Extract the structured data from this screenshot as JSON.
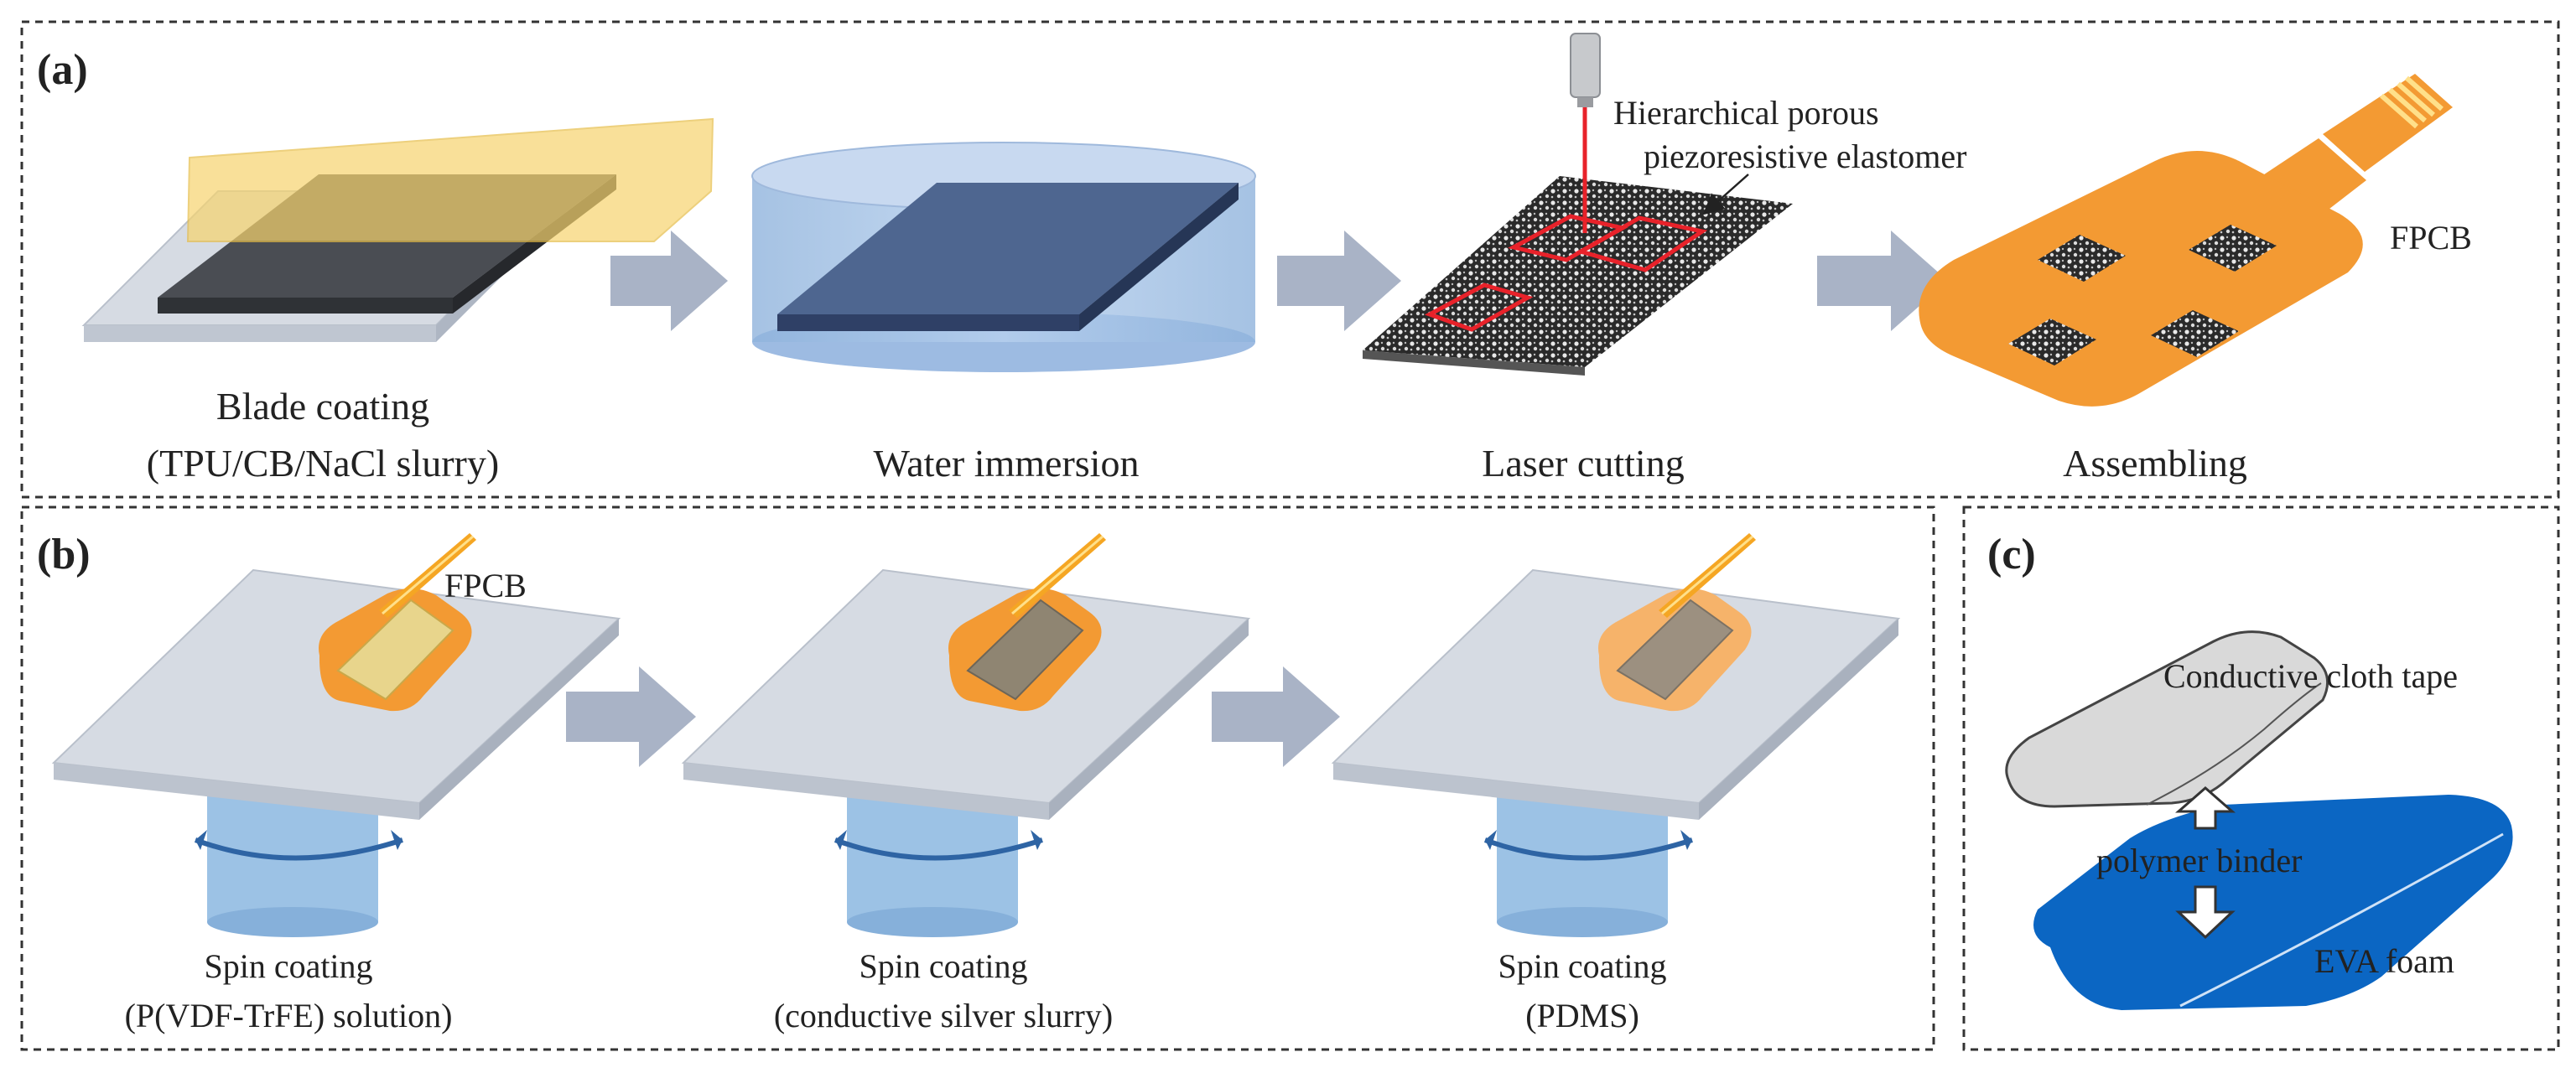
{
  "panel_a": {
    "label": "(a)",
    "steps": [
      {
        "line1": "Blade coating",
        "line2": "(TPU/CB/NaCl slurry)"
      },
      {
        "line1": "Water immersion",
        "line2": ""
      },
      {
        "line1": "Laser cutting",
        "line2": ""
      },
      {
        "line1": "Assembling",
        "line2": ""
      }
    ],
    "callout_line1": "Hierarchical porous",
    "callout_line2": "piezoresistive elastomer",
    "fpcb_label": "FPCB"
  },
  "panel_b": {
    "label": "(b)",
    "fpcb_label": "FPCB",
    "steps": [
      {
        "line1": "Spin coating",
        "line2": "(P(VDF-TrFE) solution)"
      },
      {
        "line1": "Spin coating",
        "line2": "(conductive silver slurry)"
      },
      {
        "line1": "Spin coating",
        "line2": "(PDMS)"
      }
    ]
  },
  "panel_c": {
    "label": "(c)",
    "tape_label": "Conductive cloth tape",
    "binder_label": "polymer binder",
    "foam_label": "EVA foam"
  },
  "colors": {
    "border": "#333333",
    "arrow": "#a9b3c6",
    "substrate": "#d3d8e0",
    "dark_film": "#3c3f45",
    "yellow_blade": "#f7d46e",
    "water": "#aec3e8",
    "wet_film": "#4e6690",
    "laser": "#e8222a",
    "fpcb_orange": "#f39a33",
    "spin_blue": "#9cc2e5",
    "spin_arrow": "#2e64a4",
    "eva_blue": "#0b66c3",
    "tape_gray": "#d9d9d9"
  }
}
